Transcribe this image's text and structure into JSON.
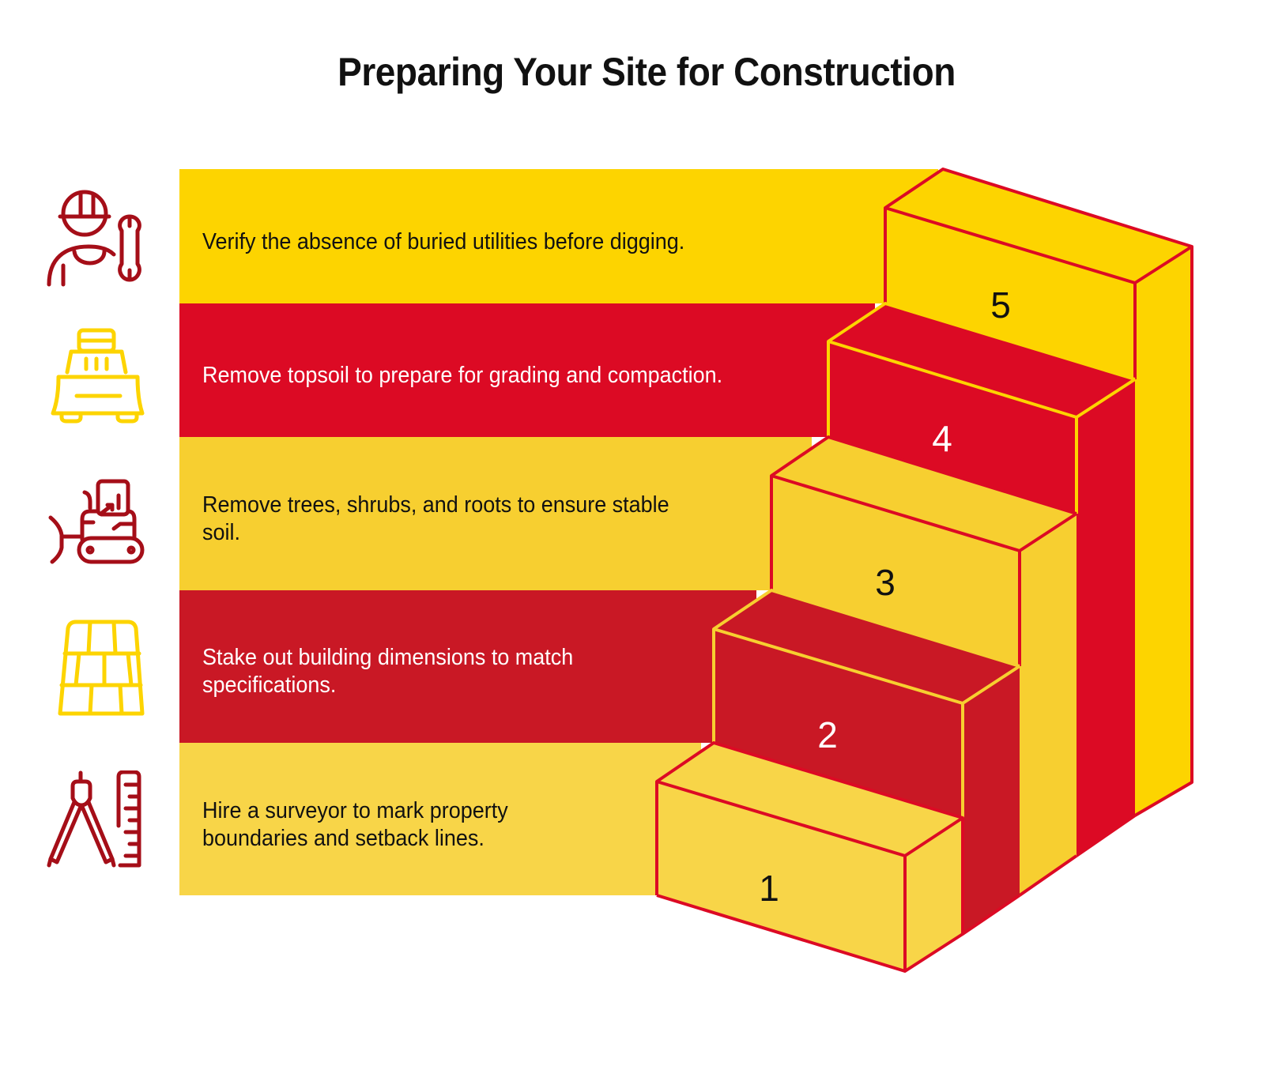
{
  "title": "Preparing Your Site for Construction",
  "colors": {
    "step5": "#FDD400",
    "step4": "#DC0A24",
    "step3": "#F7CF30",
    "step2": "#C91825",
    "step1": "#F8D548",
    "dark_red_icon": "#A50E18",
    "yellow_icon": "#FDD400"
  },
  "steps": [
    {
      "number": "1",
      "text": "Hire a surveyor to mark property boundaries and setback lines.",
      "line1": "Hire a surveyor to mark property",
      "line2": "boundaries and setback lines.",
      "icon": "compass-ruler-icon"
    },
    {
      "number": "2",
      "text": "Stake out building dimensions to match specifications.",
      "line1": "Stake out building dimensions to match",
      "line2": "specifications.",
      "icon": "foundation-grid-icon"
    },
    {
      "number": "3",
      "text": "Remove trees, shrubs, and roots to ensure stable soil.",
      "line1": "Remove trees, shrubs, and roots to ensure stable",
      "line2": "soil.",
      "icon": "bulldozer-icon"
    },
    {
      "number": "4",
      "text": "Remove topsoil to prepare for grading and compaction.",
      "line1": "Remove topsoil to prepare for grading and compaction.",
      "icon": "grader-icon"
    },
    {
      "number": "5",
      "text": "Verify the absence of buried utilities before digging.",
      "line1": "Verify the absence of buried utilities before digging.",
      "icon": "worker-wrench-icon"
    }
  ]
}
